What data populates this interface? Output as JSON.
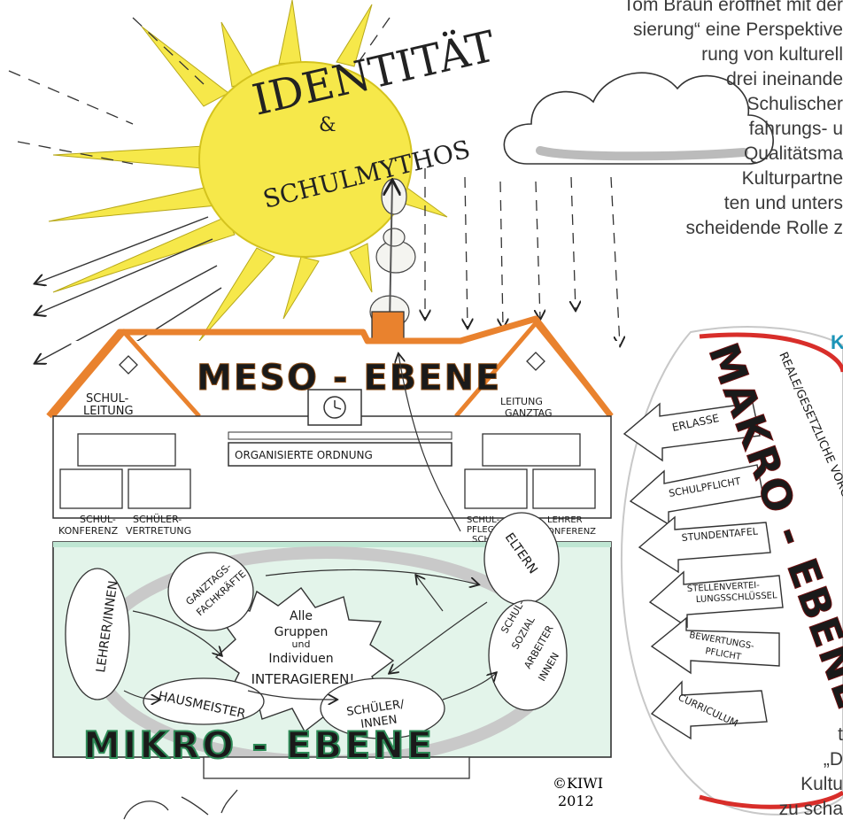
{
  "article": {
    "lines": [
      "Tom Braun eröffnet mit der",
      "sierung“ eine Perspektive",
      "rung von kulturell",
      "drei ineinande",
      "Schulischer",
      "fahrungs- u",
      "Qualitätsma",
      "Kulturpartne",
      "ten und unters",
      "scheidende Rolle z"
    ],
    "heading_fragment": "K",
    "tail_lines": [
      "t",
      "„D",
      "Kultu",
      "zu scha"
    ]
  },
  "sun": {
    "title": "IDENTITÄT",
    "amp": "&",
    "subtitle": "SCHULMYTHOS"
  },
  "meso": {
    "title": "MESO - EBENE",
    "schulleitung": [
      "SCHUL-",
      "LEITUNG"
    ],
    "leitung_ganztag": [
      "LEITUNG",
      "GANZTAG"
    ],
    "organisierte_ordnung": "ORGANISIERTE ORDNUNG",
    "schulkonferenz": [
      "SCHUL-",
      "KONFERENZ"
    ],
    "schuelervertretung": [
      "SCHÜLER-",
      "VERTRETUNG"
    ],
    "schulpflegschaft": [
      "SCHUL-",
      "PFLEG-",
      "SCHAFT"
    ],
    "lehrerkonferenz": [
      "LEHRER",
      "KONFERENZ"
    ]
  },
  "mikro": {
    "title": "MIKRO - EBENE",
    "center_lines": [
      "Alle",
      "Gruppen",
      "und",
      "Individuen",
      "INTERAGIEREN!"
    ],
    "groups": {
      "lehrer": "LEHRER/INNEN",
      "ganztag": [
        "GANZTAGS-",
        "FACHKRÄFTE"
      ],
      "eltern": "ELTERN",
      "hausmeister": "HAUSMEISTER",
      "schueler": [
        "SCHÜLER/",
        "INNEN"
      ],
      "sozial": [
        "SCHUL-",
        "SOZIAL",
        "ARBEITER",
        "INNEN"
      ]
    }
  },
  "makro": {
    "title": "MAKRO - EBENE",
    "subtitle": "REALE/GESETZLICHE VORGABEN",
    "arrows": [
      [
        "ERLASSE"
      ],
      [
        "SCHULPFLICHT"
      ],
      [
        "STUNDENTAFEL"
      ],
      [
        "STELLENVERTEI-",
        "LUNGSSCHLÜSSEL"
      ],
      [
        "BEWERTUNGS-",
        "PFLICHT"
      ],
      [
        "CURRICULUM"
      ]
    ]
  },
  "signature": {
    "name": "©KIWI",
    "year": "2012"
  },
  "colors": {
    "sun": "#f6e84a",
    "orange": "#e9822e",
    "mint": "#bfe6d3",
    "green": "#2e8b57",
    "red": "#d82e2a",
    "accent_blue": "#1c95b8"
  }
}
